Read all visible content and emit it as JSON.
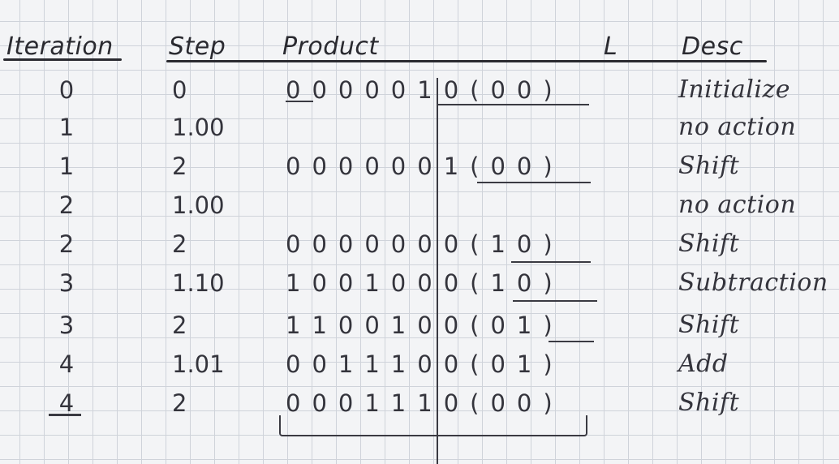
{
  "headers": {
    "iteration": "Iteration",
    "step": "Step",
    "product": "Product",
    "l": "L",
    "desc": "Desc"
  },
  "rows": [
    {
      "iteration": "0",
      "step": "0",
      "product": "0000010(00)",
      "desc": "Initialize"
    },
    {
      "iteration": "1",
      "step": "1.00",
      "product": "",
      "desc": "no action"
    },
    {
      "iteration": "1",
      "step": "2",
      "product": "0000001(00)",
      "desc": "Shift"
    },
    {
      "iteration": "2",
      "step": "1.00",
      "product": "",
      "desc": "no action"
    },
    {
      "iteration": "2",
      "step": "2",
      "product": "0000000(10)",
      "desc": "Shift"
    },
    {
      "iteration": "3",
      "step": "1.10",
      "product": "1001000(10)",
      "desc": "Subtraction"
    },
    {
      "iteration": "3",
      "step": "2",
      "product": "1100100(01)",
      "desc": "Shift"
    },
    {
      "iteration": "4",
      "step": "1.01",
      "product": "0011100(01)",
      "desc": "Add"
    },
    {
      "iteration": "4",
      "step": "2",
      "product": "0001110(00)",
      "desc": "Shift"
    }
  ],
  "colors": {
    "paper": "#f3f4f6",
    "grid": "#cfd3da",
    "ink": "#2b2b33"
  }
}
